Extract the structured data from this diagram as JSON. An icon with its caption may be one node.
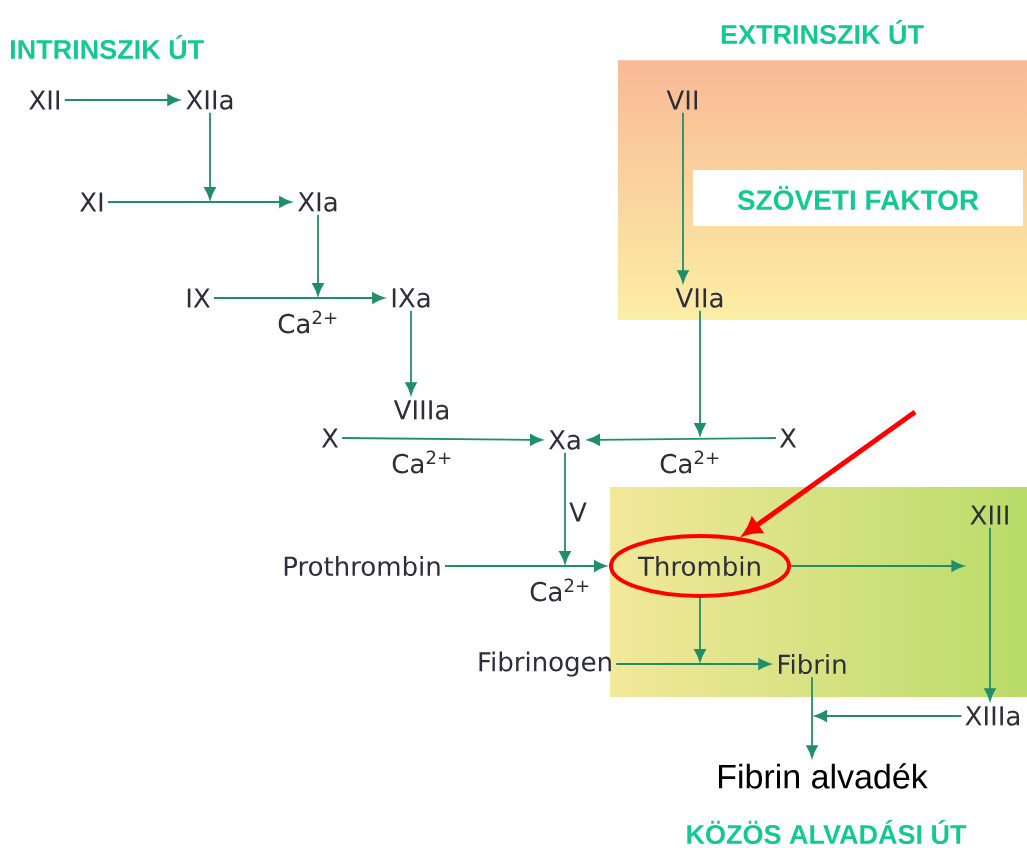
{
  "diagram": {
    "nodes": [
      {
        "text": [
          "XII"
        ]
      },
      {
        "text": [
          "XIIa"
        ]
      },
      {
        "text": [
          "VII"
        ]
      },
      {
        "text": [
          "XI"
        ]
      },
      {
        "text": [
          "XIa"
        ]
      },
      {
        "text": [
          "IX"
        ]
      },
      {
        "text": [
          "IXa"
        ]
      },
      {
        "text": [
          "VIIa"
        ]
      },
      {
        "text": [
          "VIIIa"
        ]
      },
      {
        "text": [
          "X"
        ]
      },
      {
        "text": [
          "Xa"
        ]
      },
      {
        "text": [
          "X"
        ]
      },
      {
        "text": [
          "XIII"
        ]
      },
      {
        "text": [
          "Prothrombin"
        ]
      },
      {
        "text": [
          "Thrombin"
        ]
      },
      {
        "text": [
          "Fibrinogen"
        ]
      },
      {
        "text": [
          "Fibrin"
        ]
      },
      {
        "text": [
          "XIIIa"
        ]
      },
      {
        "text": [
          "Fibrin alvadék"
        ]
      }
    ],
    "edges": [
      {
        "from": 0,
        "to": 1,
        "arrow": "to"
      },
      {
        "from": 1,
        "to": null,
        "arrow": "to"
      },
      {
        "from": 3,
        "to": 4,
        "arrow": "to"
      },
      {
        "from": 4,
        "to": null,
        "arrow": "to"
      },
      {
        "from": 5,
        "to": 6,
        "arrow": "to",
        "label": "Ca$^{2+}$"
      },
      {
        "from": 6,
        "to": 8,
        "arrow": "to"
      },
      {
        "from": 9,
        "to": 10,
        "arrow": "to",
        "label": "Ca$^{2+}$"
      },
      {
        "from": 2,
        "to": 7,
        "arrow": "to"
      },
      {
        "from": 7,
        "to": null,
        "arrow": "to"
      },
      {
        "from": 11,
        "to": 10,
        "arrow": "to",
        "label": "Ca$^{2+}$"
      },
      {
        "from": 10,
        "to": null,
        "arrow": "to",
        "label": "V"
      },
      {
        "from": 13,
        "to": 14,
        "arrow": "to",
        "label": "Ca$^{2+}$"
      },
      {
        "from": 14,
        "to": 12,
        "arrow": "to"
      },
      {
        "from": 12,
        "to": 17,
        "arrow": "to"
      },
      {
        "from": 15,
        "to": 16,
        "arrow": "to"
      },
      {
        "from": 14,
        "to": null,
        "arrow": "to"
      },
      {
        "from": 16,
        "to": 18,
        "arrow": "to"
      },
      {
        "from": 17,
        "to": null,
        "arrow": "to"
      },
      {
        "from": null,
        "to": 14,
        "arrow": "to",
        "style": "thick",
        "color": "#ff0000"
      }
    ],
    "labels": [
      "INTRINSZIK ÚT",
      "EXTRINSZIK ÚT",
      "SZÖVETI FAKTOR",
      "KÖZÖS ALVADÁSI ÚT"
    ]
  }
}
